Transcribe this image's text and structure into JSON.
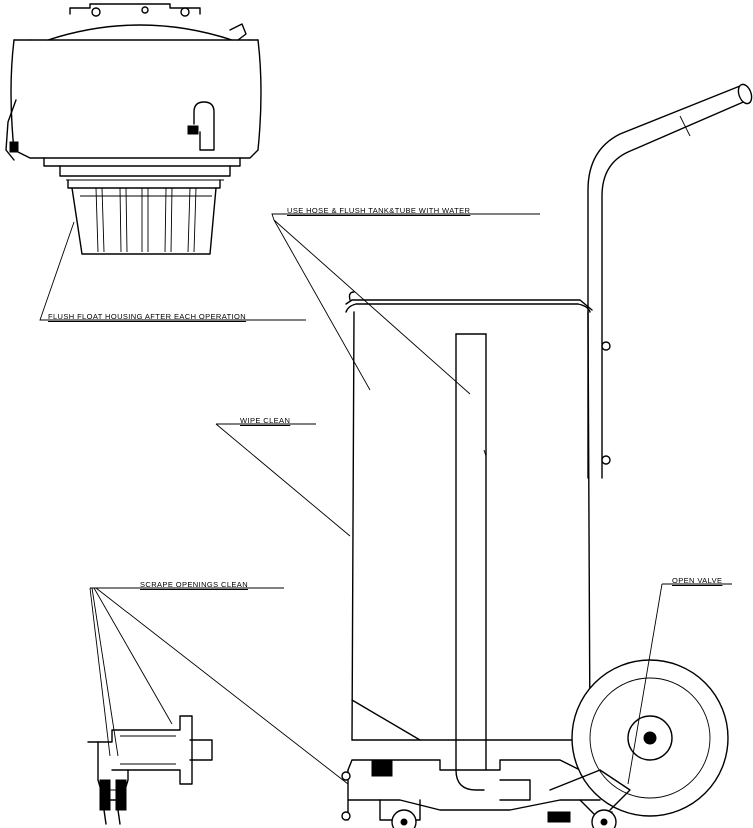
{
  "labels": {
    "use_hose": "USE HOSE & FLUSH TANK&TUBE WITH WATER",
    "flush_float": "FLUSH FLOAT HOUSING AFTER EACH OPERATION",
    "wipe_clean": "WIPE CLEAN",
    "scrape_openings": "SCRAPE OPENINGS CLEAN",
    "open_valve": "OPEN VALVE"
  }
}
